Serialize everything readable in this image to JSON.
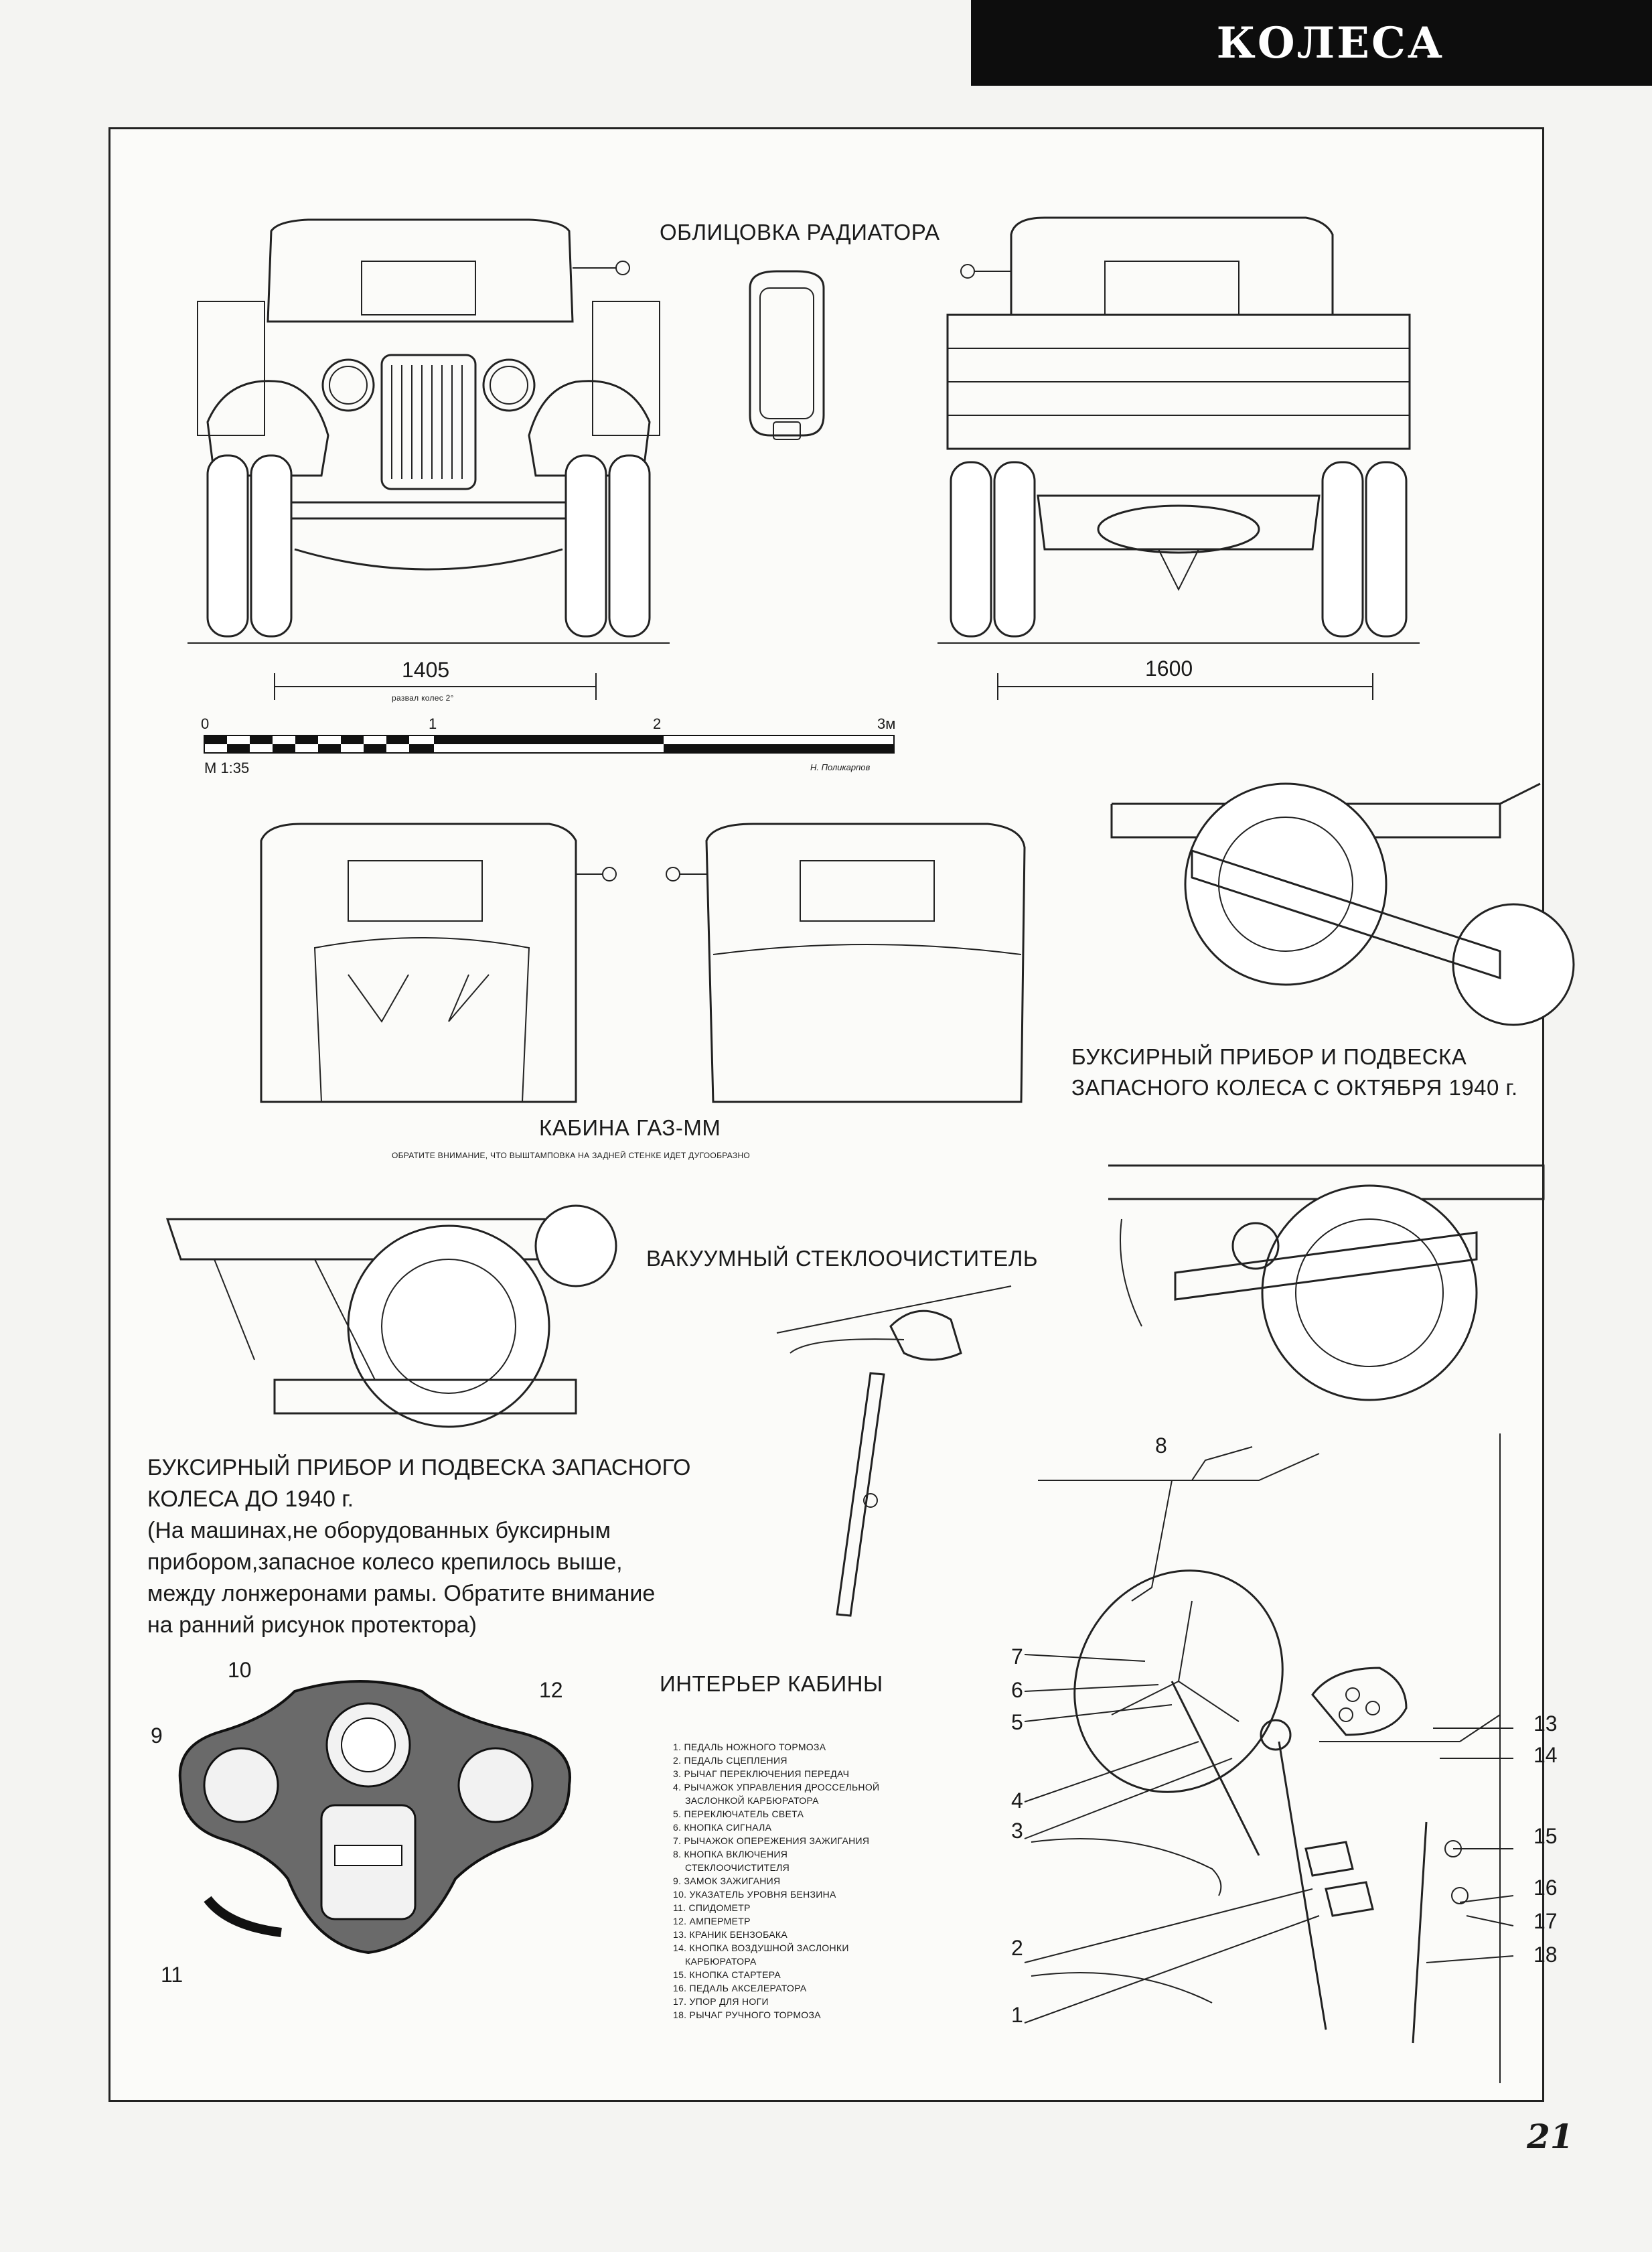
{
  "header": {
    "section_title": "КОЛЕСА"
  },
  "drawings": {
    "radiator_label": "ОБЛИЦОВКА РАДИАТОРА",
    "front_track": "1405",
    "camber_note": "развал колес 2°",
    "rear_track": "1600",
    "scale": {
      "ticks": [
        "0",
        "1",
        "2",
        "3м"
      ],
      "ratio": "М 1:35",
      "author": "Н. Поликарпов"
    },
    "cab_label": "КАБИНА ГАЗ-ММ",
    "cab_note": "ОБРАТИТЕ ВНИМАНИЕ, ЧТО ВЫШТАМПОВКА НА ЗАДНЕЙ СТЕНКЕ ИДЕТ ДУГООБРАЗНО",
    "tow_after_1940_lines": [
      "БУКСИРНЫЙ ПРИБОР И ПОДВЕСКА",
      "ЗАПАСНОГО КОЛЕСА С ОКТЯБРЯ 1940 г."
    ],
    "wiper_label": "ВАКУУМНЫЙ СТЕКЛООЧИСТИТЕЛЬ",
    "tow_before_1940_lines": [
      "БУКСИРНЫЙ ПРИБОР И ПОДВЕСКА ЗАПАСНОГО",
      "КОЛЕСА ДО 1940 г.",
      "(На машинах,не оборудованных буксирным",
      "прибором,запасное колесо крепилось выше,",
      "между лонжеронами рамы. Обратите внимание",
      "на ранний рисунок протектора)"
    ],
    "interior_label": "ИНТЕРЬЕР КАБИНЫ",
    "dash_callouts": [
      "9",
      "10",
      "11",
      "12"
    ],
    "interior_callouts": [
      "1",
      "2",
      "3",
      "4",
      "5",
      "6",
      "7",
      "8",
      "13",
      "14",
      "15",
      "16",
      "17",
      "18"
    ]
  },
  "legend": [
    [
      "1. ПЕДАЛЬ НОЖНОГО ТОРМОЗА"
    ],
    [
      "2. ПЕДАЛЬ СЦЕПЛЕНИЯ"
    ],
    [
      "3. РЫЧАГ ПЕРЕКЛЮЧЕНИЯ ПЕРЕДАЧ"
    ],
    [
      "4. РЫЧАЖОК УПРАВЛЕНИЯ ДРОССЕЛЬНОЙ",
      "ЗАСЛОНКОЙ КАРБЮРАТОРА"
    ],
    [
      "5. ПЕРЕКЛЮЧАТЕЛЬ СВЕТА"
    ],
    [
      "6. КНОПКА СИГНАЛА"
    ],
    [
      "7. РЫЧАЖОК ОПЕРЕЖЕНИЯ ЗАЖИГАНИЯ"
    ],
    [
      "8. КНОПКА ВКЛЮЧЕНИЯ",
      "СТЕКЛООЧИСТИТЕЛЯ"
    ],
    [
      "9. ЗАМОК ЗАЖИГАНИЯ"
    ],
    [
      "10. УКАЗАТЕЛЬ УРОВНЯ БЕНЗИНА"
    ],
    [
      "11. СПИДОМЕТР"
    ],
    [
      "12. АМПЕРМЕТР"
    ],
    [
      "13. КРАНИК БЕНЗОБАКА"
    ],
    [
      "14. КНОПКА ВОЗДУШНОЙ ЗАСЛОНКИ",
      "КАРБЮРАТОРА"
    ],
    [
      "15. КНОПКА СТАРТЕРА"
    ],
    [
      "16. ПЕДАЛЬ АКСЕЛЕРАТОРА"
    ],
    [
      "17. УПОР ДЛЯ НОГИ"
    ],
    [
      "18. РЫЧАГ РУЧНОГО ТОРМОЗА"
    ]
  ],
  "footer": {
    "page_number": "21"
  }
}
